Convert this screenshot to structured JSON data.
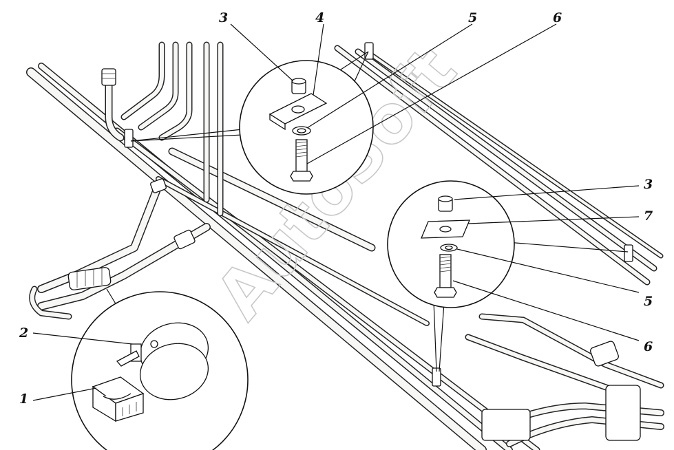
{
  "diagram": {
    "watermark": "AutoSoft",
    "callouts": [
      {
        "id": "c1",
        "label": "1"
      },
      {
        "id": "c2",
        "label": "2"
      },
      {
        "id": "c3a",
        "label": "3"
      },
      {
        "id": "c4",
        "label": "4"
      },
      {
        "id": "c5a",
        "label": "5"
      },
      {
        "id": "c6a",
        "label": "6"
      },
      {
        "id": "c3b",
        "label": "3"
      },
      {
        "id": "c7",
        "label": "7"
      },
      {
        "id": "c5b",
        "label": "5"
      },
      {
        "id": "c6b",
        "label": "6"
      }
    ]
  }
}
